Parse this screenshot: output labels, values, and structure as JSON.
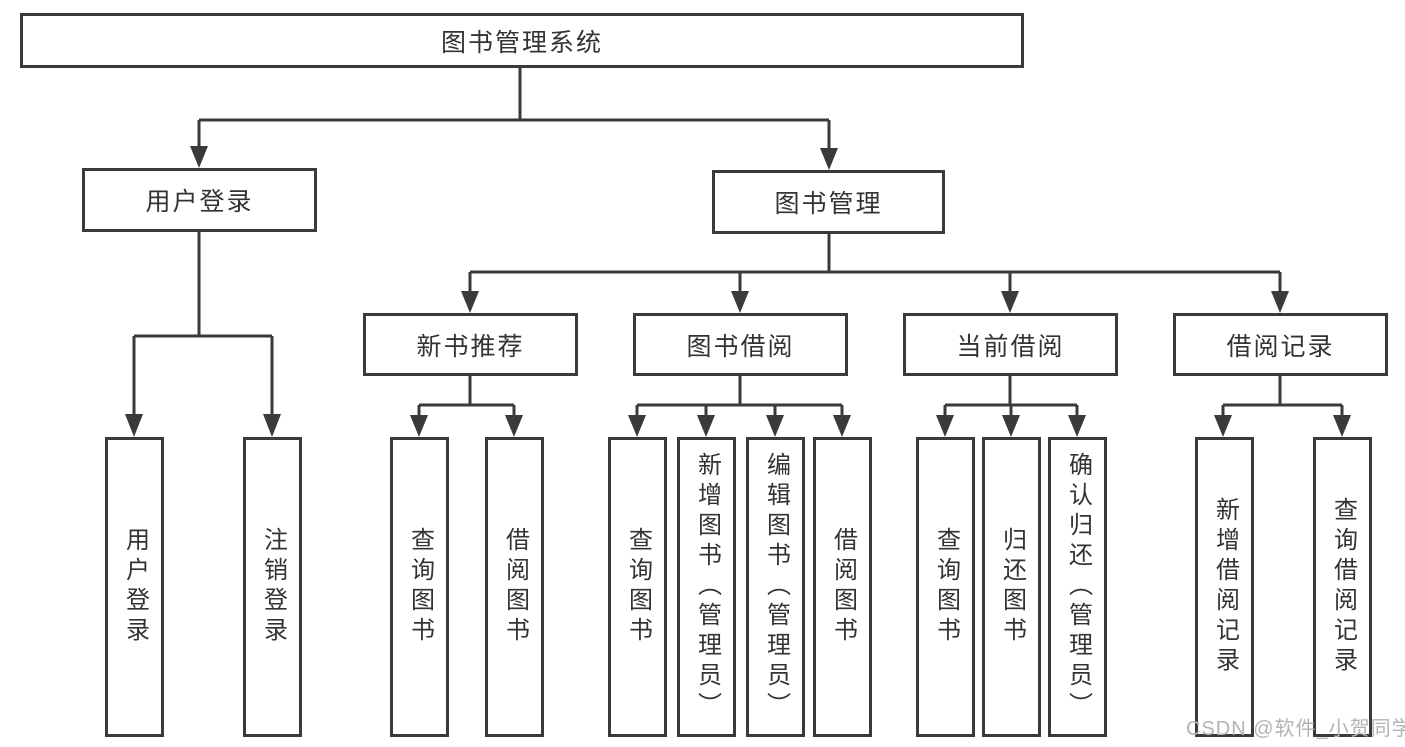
{
  "diagram": {
    "root": {
      "label": "图书管理系统"
    },
    "branches": [
      {
        "label": "用户登录",
        "children": [
          {
            "label": "用户登录"
          },
          {
            "label": "注销登录"
          }
        ]
      },
      {
        "label": "图书管理",
        "children": [
          {
            "label": "新书推荐",
            "children": [
              {
                "label": "查询图书"
              },
              {
                "label": "借阅图书"
              }
            ]
          },
          {
            "label": "图书借阅",
            "children": [
              {
                "label": "查询图书"
              },
              {
                "label": "新增图书（管理员）"
              },
              {
                "label": "编辑图书（管理员）"
              },
              {
                "label": "借阅图书"
              }
            ]
          },
          {
            "label": "当前借阅",
            "children": [
              {
                "label": "查询图书"
              },
              {
                "label": "归还图书"
              },
              {
                "label": "确认归还（管理员）"
              }
            ]
          },
          {
            "label": "借阅记录",
            "children": [
              {
                "label": "新增借阅记录"
              },
              {
                "label": "查询借阅记录"
              }
            ]
          }
        ]
      }
    ]
  },
  "watermark": {
    "text": "CSDN @软件_小贺同学"
  },
  "colors": {
    "line": "#3a3a3a",
    "text": "#333333",
    "watermark": "#b4b4b4",
    "background": "#ffffff"
  }
}
